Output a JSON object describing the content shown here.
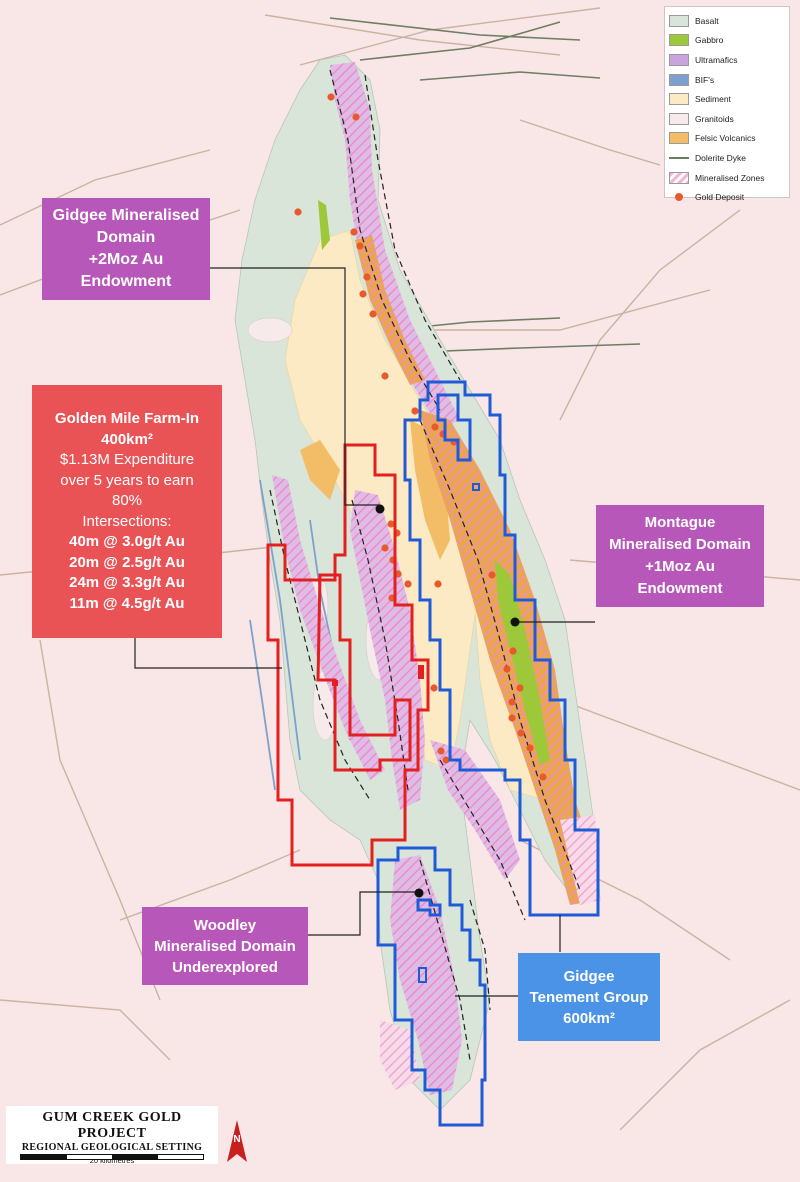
{
  "legend": {
    "items": [
      {
        "label": "Basalt",
        "color": "#d9e5d8",
        "type": "fill"
      },
      {
        "label": "Gabbro",
        "color": "#9cc83a",
        "type": "fill"
      },
      {
        "label": "Ultramafics",
        "color": "#c9a5e0",
        "type": "fill"
      },
      {
        "label": "BIF's",
        "color": "#7ea0cc",
        "type": "fill"
      },
      {
        "label": "Sediment",
        "color": "#fbeac4",
        "type": "fill"
      },
      {
        "label": "Granitoids",
        "color": "#f6eaea",
        "type": "fill"
      },
      {
        "label": "Felsic Volcanics",
        "color": "#f2bd66",
        "type": "fill"
      },
      {
        "label": "Dolerite Dyke",
        "color": "#6b7e5a",
        "type": "line"
      },
      {
        "label": "Mineralised Zones",
        "color": "#f3b6d8",
        "type": "hatch"
      },
      {
        "label": "Gold Deposit",
        "color": "#e85a2e",
        "type": "dot"
      }
    ]
  },
  "callouts": {
    "gidgee_domain": {
      "lines": [
        "Gidgee Mineralised",
        "Domain",
        "+2Moz Au",
        "Endowment"
      ]
    },
    "golden_mile": {
      "lines": [
        "Golden Mile Farm-In",
        "400km²",
        "$1.13M Expenditure",
        "over 5 years to earn",
        "80%",
        "Intersections:"
      ],
      "intersections": [
        "40m @ 3.0g/t Au",
        "20m @ 2.5g/t Au",
        "24m @ 3.3g/t Au",
        "11m @ 4.5g/t Au"
      ]
    },
    "montague": {
      "lines": [
        "Montague",
        "Mineralised Domain",
        "+1Moz Au",
        "Endowment"
      ]
    },
    "woodley": {
      "lines": [
        "Woodley",
        "Mineralised Domain",
        "Underexplored"
      ]
    },
    "gidgee_tenement": {
      "lines": [
        "Gidgee",
        "Tenement Group",
        "600km²"
      ]
    }
  },
  "title_block": {
    "title": "GUM CREEK GOLD PROJECT",
    "subtitle": "REGIONAL GEOLOGICAL SETTING",
    "scale_label": "20 kilometres"
  },
  "north_arrow": {
    "label": "N"
  },
  "colors": {
    "background": "#f9e6e6",
    "red_tenement": "#e3201f",
    "blue_tenement": "#1f5bd6",
    "purple_box": "#b757b9",
    "red_box": "#ea5355",
    "blue_box": "#4a93e6"
  }
}
